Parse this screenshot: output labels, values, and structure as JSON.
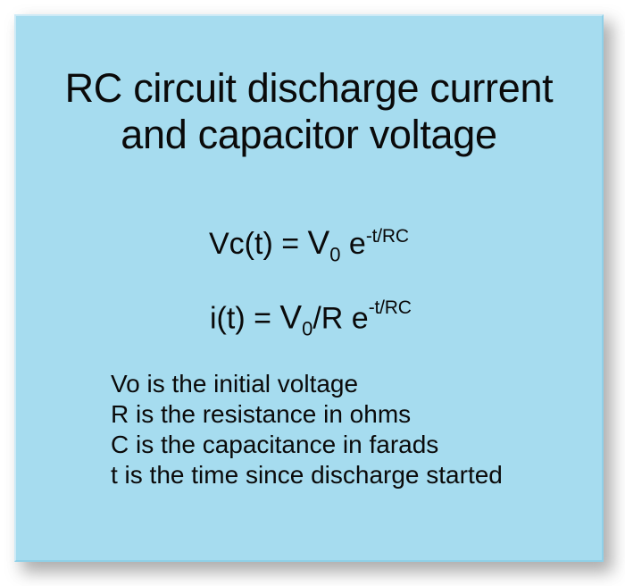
{
  "slide": {
    "background_color": "#ffffff",
    "panel_color": "#a6dcef",
    "text_color": "#0a0a0a",
    "title": {
      "line1": "RC circuit discharge current",
      "line2": "and capacitor voltage"
    },
    "formulas": [
      {
        "id": "capacitor-voltage",
        "lhs": "Vc(t) = ",
        "base": "V",
        "subscript": "0",
        "mid": " e",
        "superscript": "-t/RC",
        "full_text": "Vc(t) = V0 e^-t/RC"
      },
      {
        "id": "discharge-current",
        "lhs": "i(t) = ",
        "base": "V",
        "subscript": "0",
        "mid": "/R  e",
        "superscript": "-t/RC",
        "full_text": "i(t) = V0/R e^-t/RC"
      }
    ],
    "definitions": [
      "Vo is the initial voltage",
      "R is the resistance in ohms",
      "C is the capacitance in farads",
      "t is the time since discharge started"
    ]
  }
}
